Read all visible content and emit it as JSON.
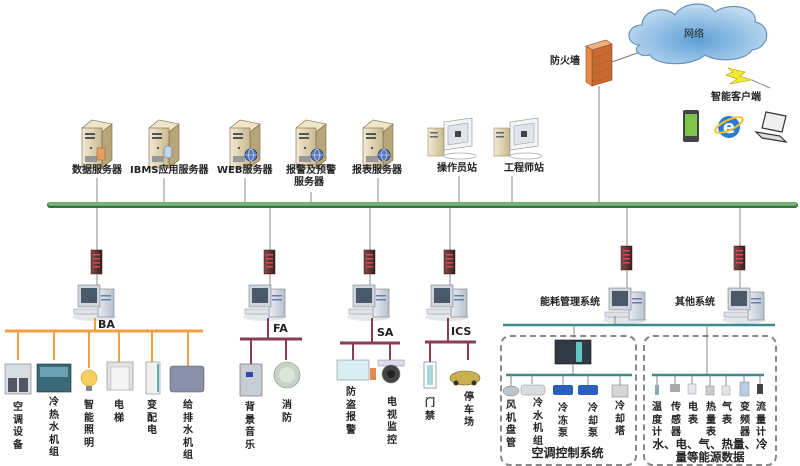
{
  "colors": {
    "main_bus": "#6aa86a",
    "ba_bus": "#f0a040",
    "subsys_bus": "#8b3a5a",
    "energy_bus": "#3a8a8a",
    "cloud": "#7fb3dd",
    "firewall": "#e8834a",
    "lightning": "#e8e030"
  },
  "cloud": {
    "label": "网络"
  },
  "firewall": {
    "label": "防火墙"
  },
  "clients": {
    "title": "智能客户端",
    "icons": [
      "smartphone-icon",
      "browser-icon",
      "laptop-icon"
    ]
  },
  "servers": [
    {
      "label": "数据服务器"
    },
    {
      "label": "IBMS应用服务器"
    },
    {
      "label": "WEB服务器"
    },
    {
      "label": "报警及预警",
      "label2": "服务器"
    },
    {
      "label": "报表服务器"
    }
  ],
  "stations": [
    {
      "label": "操作员站"
    },
    {
      "label": "工程师站"
    }
  ],
  "subsystems": {
    "ba": {
      "label": "BA",
      "devices": [
        "空调设备",
        "冷热水机组",
        "智能照明",
        "电梯",
        "变配电",
        "给排水机组"
      ]
    },
    "fa": {
      "label": "FA",
      "devices": [
        "背景音乐",
        "消防"
      ]
    },
    "sa": {
      "label": "SA",
      "devices": [
        "防盗报警",
        "电视监控"
      ]
    },
    "ics": {
      "label": "ICS",
      "devices": [
        "门禁",
        "停车场"
      ]
    },
    "energy": {
      "label": "能耗管理系统",
      "hvac": {
        "title": "空调控制系统",
        "devices": [
          "风机盘管",
          "冷水机组",
          "冷冻泵",
          "冷却泵",
          "冷却塔"
        ]
      },
      "meters": {
        "title_line1": "水、电、气、热量、冷",
        "title_line2": "量等能源数据",
        "devices": [
          "温度计",
          "传感器",
          "电表",
          "热量表",
          "气表",
          "变频器",
          "流量计"
        ]
      }
    },
    "other": {
      "label": "其他系统"
    }
  }
}
